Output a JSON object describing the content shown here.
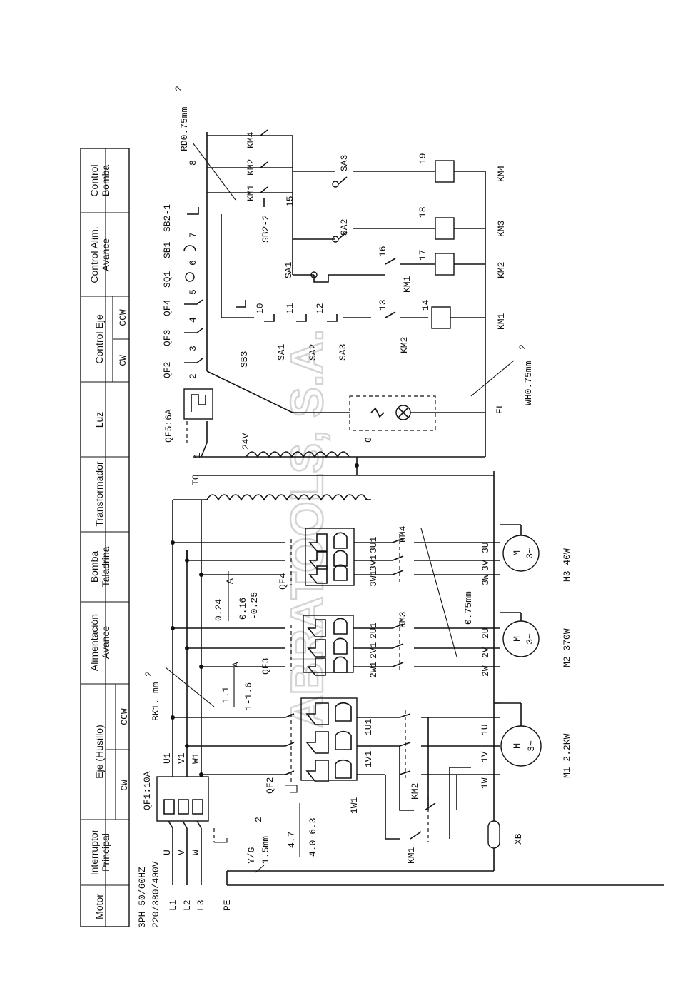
{
  "watermark": "ABRATOOLS, S.A.",
  "table": {
    "motor": "Motor",
    "interruptor": [
      "Interruptor",
      "Principal"
    ],
    "eje": "Eje (Husillo)",
    "cw": "CW",
    "ccw": "CCW",
    "alimentacion": [
      "Alimentación",
      "Avance"
    ],
    "bomba_taladrina": [
      "Bomba",
      "Taladrina"
    ],
    "transformador": "Transformador",
    "luz": "Luz",
    "control_eje": "Control Eje",
    "control_alim": [
      "Control Alim.",
      "Avance"
    ],
    "control_bomba": [
      "Control",
      "Bomba"
    ]
  },
  "supply": {
    "spec1": "3PH 50/60HZ",
    "spec2": "220/380/400V",
    "l1": "L1",
    "l2": "L2",
    "l3": "L3",
    "pe": "PE",
    "u": "U",
    "v": "V",
    "w": "W",
    "u1": "U1",
    "v1": "V1",
    "w1": "W1",
    "qf1": "QF1:10A",
    "yg": "Y/G",
    "yg_size": "1.5mm",
    "sq": "2",
    "bk": "BK1. mm",
    "xb": "XB"
  },
  "motors": {
    "m1": {
      "label": "M1 2.2KW",
      "sym": "M",
      "phase": "3~",
      "u": "1U",
      "v": "1V",
      "w": "1W"
    },
    "m2": {
      "label": "M2 370W",
      "sym": "M",
      "phase": "3~",
      "u": "2U",
      "v": "2V",
      "w": "2W"
    },
    "m3": {
      "label": "M3 40W",
      "sym": "M",
      "phase": "3~",
      "u": "3U",
      "v": "3V",
      "w": "3W"
    }
  },
  "breakers": {
    "qf2": "QF2",
    "qf2_r1": "4.7",
    "qf2_r2": "4.0-6.3",
    "qf3": "QF3",
    "qf3_r1": "1.1",
    "qf3_a": "A",
    "qf3_r2": "1-1.6",
    "qf4": "QF4",
    "qf4_r1": "0.24",
    "qf4_a": "A",
    "qf4_r2": "0.16",
    "qf4_r3": "-0.25"
  },
  "terminals": {
    "m1": [
      "1U1",
      "1V1",
      "1W1"
    ],
    "m2": [
      "2U1",
      "2V1",
      "2W1"
    ],
    "m3": [
      "3U1",
      "3V1",
      "3W1"
    ]
  },
  "contactors": {
    "km1": "KM1",
    "km2": "KM2",
    "km3": "KM3",
    "km4": "KM4"
  },
  "wire_075": "0.75mm",
  "transformer": {
    "tc": "TC",
    "v24": "24V",
    "zero": "0",
    "one": "1",
    "qf5": "QF5:6A"
  },
  "control": {
    "qf2": "QF2",
    "qf3": "QF3",
    "qf4": "QF4",
    "sq1": "SQ1",
    "sb1": "SB1",
    "sb21": "SB2-1",
    "n2": "2",
    "n3": "3",
    "n4": "4",
    "n5": "5",
    "n6": "6",
    "n7": "7",
    "n8": "8",
    "rd": "RD0.75mm",
    "n10": "10",
    "n11": "11",
    "n12": "12",
    "n13": "13",
    "n14": "14",
    "n15": "15",
    "n16": "16",
    "n17": "17",
    "n18": "18",
    "n19": "19",
    "sb3": "SB3",
    "sa1": "SA1",
    "sa2": "SA2",
    "sa3": "SA3",
    "sb22": "SB2-2",
    "km1": "KM1",
    "km2": "KM2",
    "km4": "KM4",
    "coil_km1": "KM1",
    "coil_km2": "KM2",
    "coil_km3": "KM3",
    "coil_km4": "KM4",
    "el": "EL",
    "wh": "WH0.75mm"
  }
}
